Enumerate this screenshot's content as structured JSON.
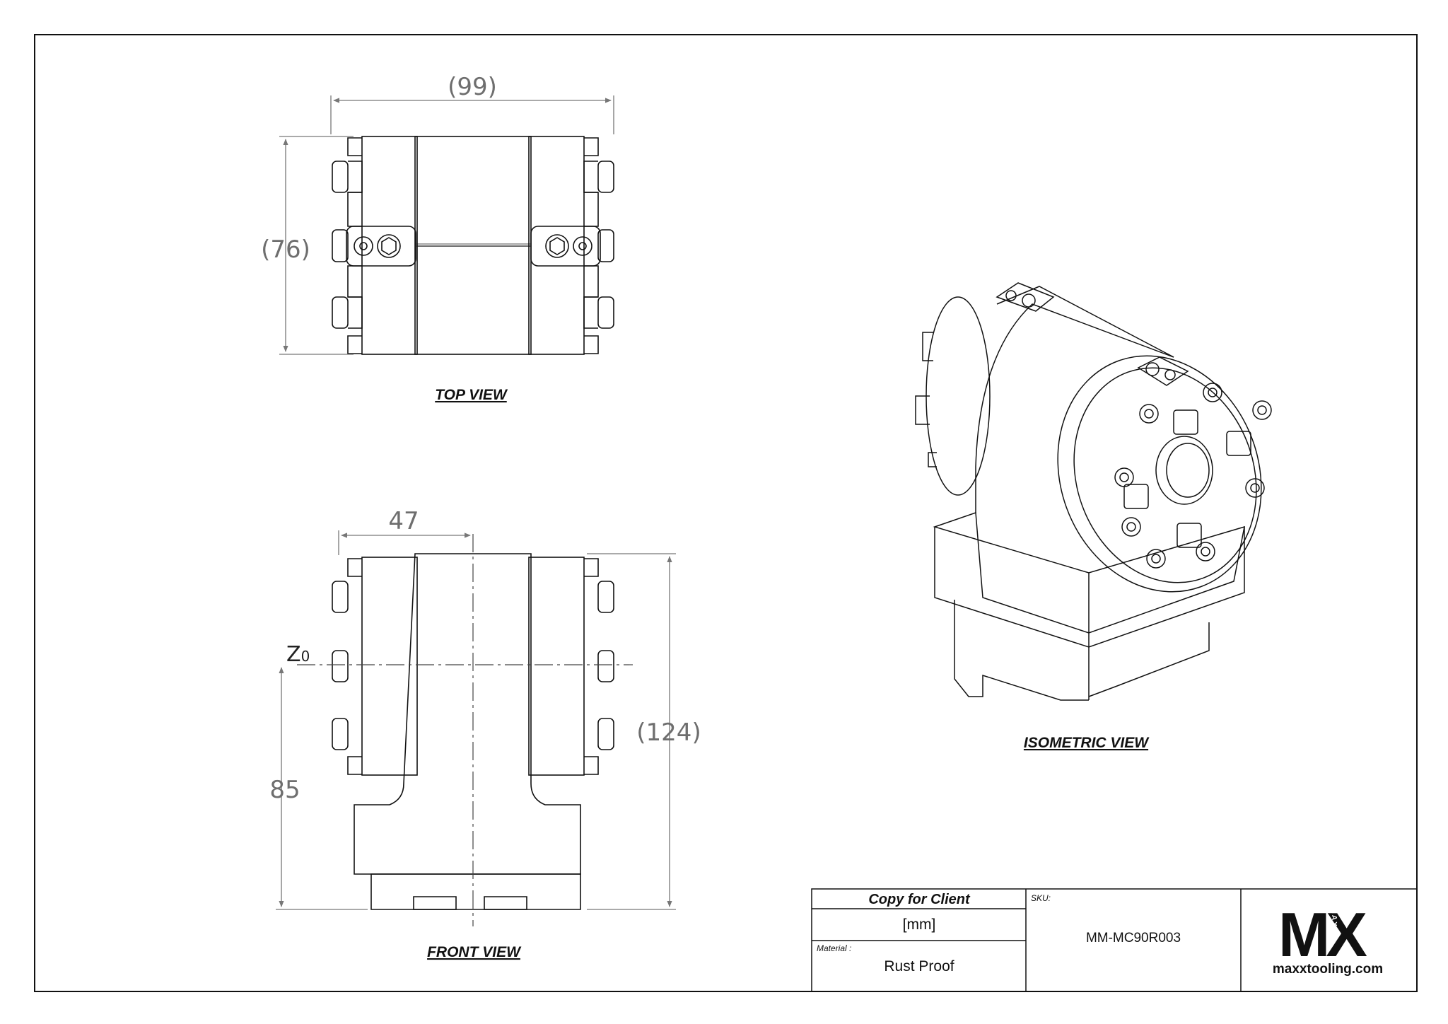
{
  "views": {
    "top": "TOP VIEW",
    "front": "FRONT VIEW",
    "isometric": "ISOMETRIC VIEW"
  },
  "dimensions": {
    "top_width": "(99)",
    "top_height": "(76)",
    "front_offset": "47",
    "front_height": "(124)",
    "front_lower": "85",
    "datum_label": "Z",
    "datum_sub": "0"
  },
  "title_block": {
    "copy_note": "Copy for Client",
    "units": "[mm]",
    "material_label": "Material :",
    "material_value": "Rust Proof",
    "sku_label": "SKU:",
    "sku_value": "MM-MC90R003",
    "logo_mark": "MX",
    "logo_small": "MAXX",
    "website": "maxxtooling.com"
  }
}
